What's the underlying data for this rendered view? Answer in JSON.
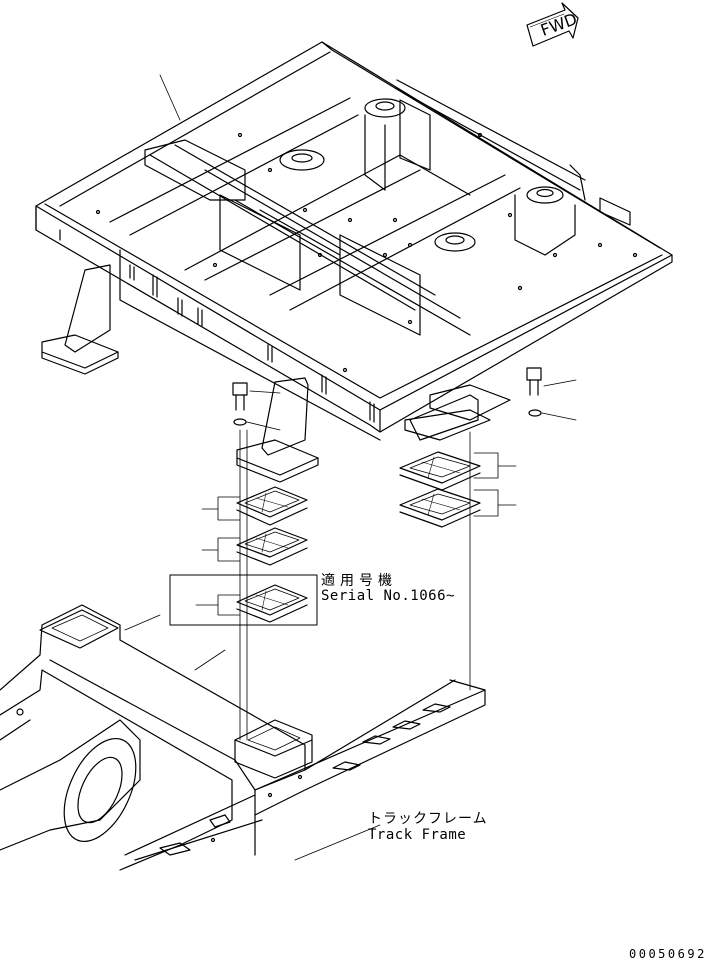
{
  "fwd_label": "FWD",
  "serial_note": {
    "japanese": "適用号機",
    "english": "Serial No.1066~"
  },
  "track_frame": {
    "japanese": "トラックフレーム",
    "english": "Track Frame"
  },
  "drawing_number": "00050692"
}
